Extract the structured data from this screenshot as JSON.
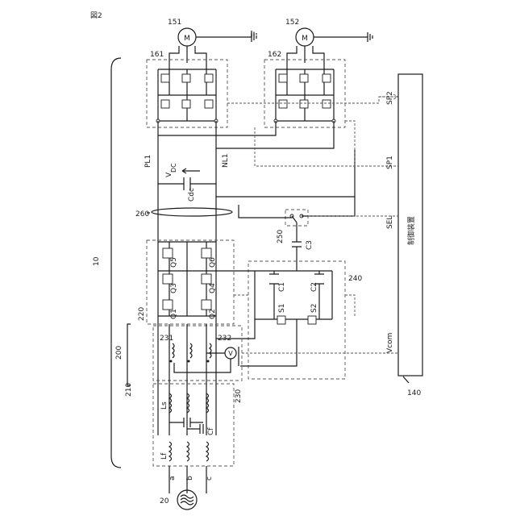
{
  "figure": {
    "title": "図2"
  },
  "refs": {
    "system": "10",
    "power_supply": "20",
    "filter_unit": "200",
    "filter": "210",
    "converter": "220",
    "current_sensor_1": "231",
    "current_sensor_2": "232",
    "sensor_block": "230",
    "snubber_block": "240",
    "select_switch": "250",
    "wiring": "260",
    "controller": "140",
    "motor_1": "151",
    "motor_2": "152",
    "inverter_1": "161",
    "inverter_2": "162"
  },
  "controller_label": "制御装置",
  "motor_symbol": "M",
  "phases": [
    "a",
    "b",
    "c"
  ],
  "components": {
    "ls": "Ls",
    "lf": "Lf",
    "cf": "Cf",
    "cdc": "Cdc",
    "c1": "C1",
    "c2": "C2",
    "c3": "C3",
    "s1": "S1",
    "s2": "S2",
    "q1": "Q1",
    "q2": "Q2",
    "q3": "Q3",
    "q4": "Q4",
    "q5": "Q5",
    "q6": "Q6",
    "voltmeter": "V"
  },
  "lines": {
    "pl": "PL1",
    "nl": "NL1",
    "vdc_main": "V",
    "vdc_sub": "DC"
  },
  "signals": {
    "sp1": "SP1",
    "sp2": "SP2",
    "sel": "SEL",
    "vcom": "Vcom"
  }
}
